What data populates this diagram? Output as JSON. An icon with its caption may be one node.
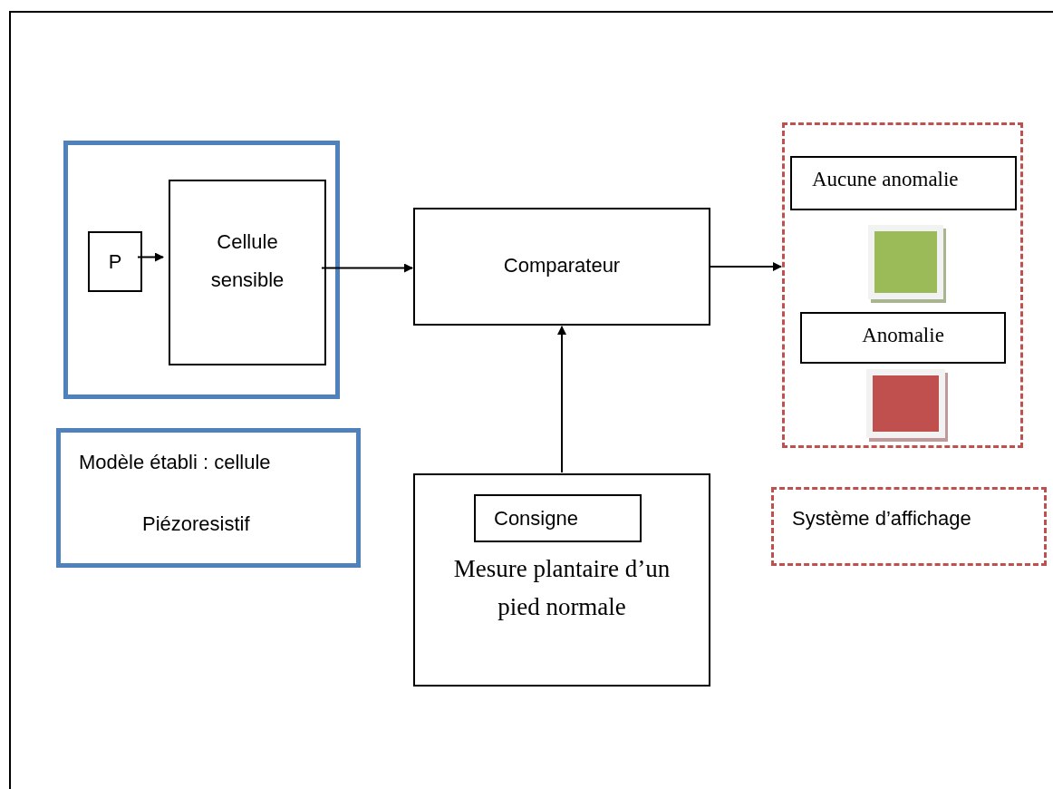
{
  "diagram": {
    "nodes": [
      {
        "text": [],
        "shape": "box"
      },
      {
        "text": [
          "P"
        ],
        "in": 0
      },
      {
        "text": [
          "Cellule sensible"
        ],
        "in": 0
      },
      {
        "text": [
          "Comparateur"
        ]
      },
      {
        "text": [],
        "shape": "box"
      },
      {
        "text": [
          "Aucune anomalie"
        ],
        "in": 4
      },
      {
        "text": [],
        "shape": "box",
        "in": 4
      },
      {
        "text": [
          "Anomalie"
        ],
        "in": 4
      },
      {
        "text": [],
        "shape": "box",
        "in": 4
      },
      {
        "text": [
          "Modèle établi : cellule",
          "Piézoresistif"
        ]
      },
      {
        "text": [
          "Mesure plantaire d’un pied normale"
        ]
      },
      {
        "text": [
          "Consigne"
        ],
        "in": 10
      },
      {
        "text": [
          "Système d’affichage"
        ]
      }
    ],
    "edges": [
      {
        "from": 1,
        "to": 2,
        "arrow": "to"
      },
      {
        "from": 2,
        "to": 3,
        "arrow": "to"
      },
      {
        "from": 3,
        "to": 4,
        "arrow": "to"
      },
      {
        "from": 10,
        "to": 3,
        "arrow": "to"
      }
    ]
  }
}
